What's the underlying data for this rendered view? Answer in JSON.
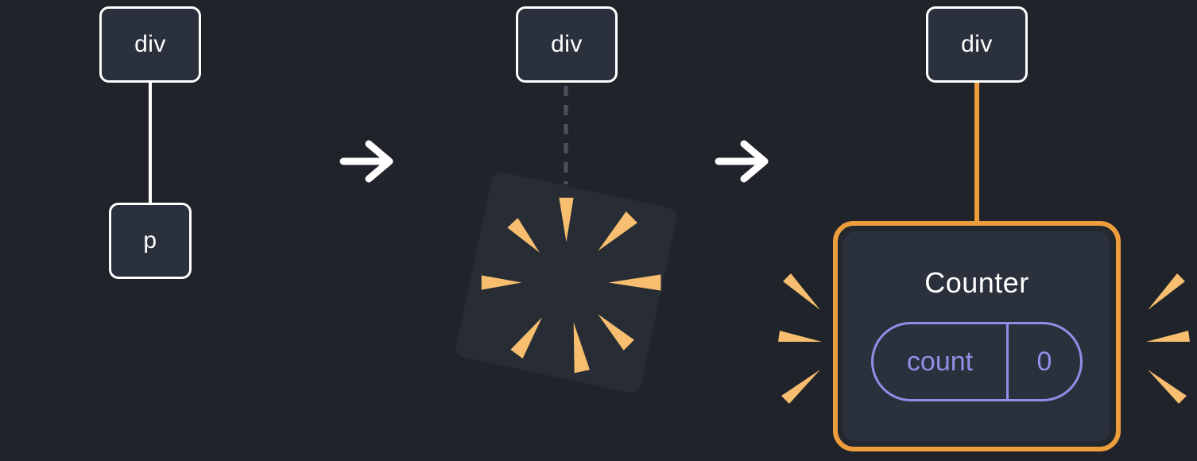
{
  "colors": {
    "bg": "#20232a",
    "node_fill": "#2a303c",
    "node_border": "#ffffff",
    "text": "#ffffff",
    "edge_white": "#ffffff",
    "edge_dashed": "#4c515a",
    "orange": "#ee9d3c",
    "burst": "#f8be6f",
    "purple": "#8f8fe8",
    "panel_fill": "#2b313c",
    "gap_fill": "#23272e",
    "explosion_fill": "#272c35"
  },
  "stage1": {
    "parent": "div",
    "child": "p"
  },
  "stage2": {
    "parent": "div"
  },
  "stage3": {
    "parent": "div",
    "component": {
      "title": "Counter",
      "state_key": "count",
      "state_value": "0"
    }
  }
}
